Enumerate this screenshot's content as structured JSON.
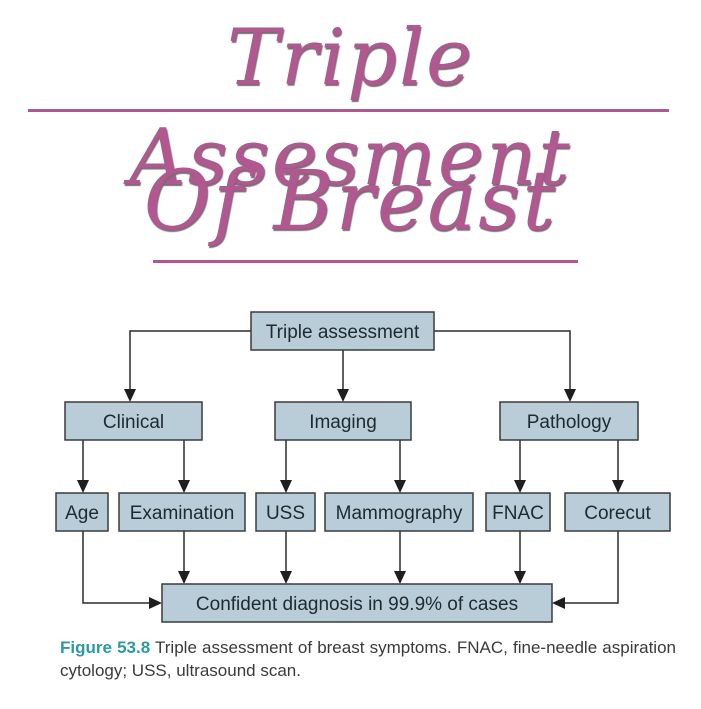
{
  "title": {
    "line1": "Triple Assesment",
    "line2": "Of Breast",
    "color": "#b0588f"
  },
  "diagram": {
    "root": "Triple assessment",
    "categories": [
      {
        "label": "Clinical",
        "children": [
          "Age",
          "Examination"
        ]
      },
      {
        "label": "Imaging",
        "children": [
          "USS",
          "Mammography"
        ]
      },
      {
        "label": "Pathology",
        "children": [
          "FNAC",
          "Corecut"
        ]
      }
    ],
    "outcome": "Confident diagnosis in 99.9% of cases",
    "box_color": "#b9cdd8"
  },
  "caption": {
    "figure_label": "Figure 53.8",
    "text": "Triple assessment of breast symptoms. FNAC, fine-needle aspiration cytology; USS, ultrasound scan.",
    "label_color": "#2a9aa5"
  }
}
